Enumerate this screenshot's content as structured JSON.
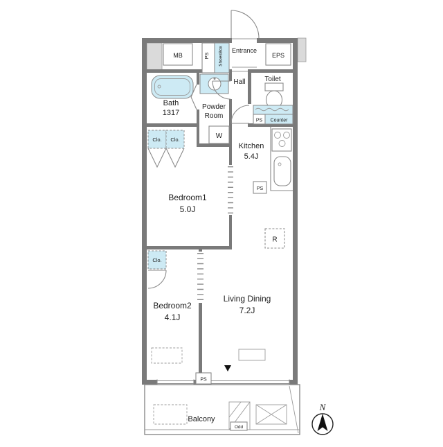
{
  "colors": {
    "wall": "#7a7a7a",
    "fixture_fill": "#cdeaf4",
    "outside_fill": "#dadada",
    "line": "#8a8a8a"
  },
  "top_band": {
    "mb": "MB",
    "ps": "PS",
    "shoesbox": "ShoesBox",
    "entrance": "Entrance",
    "eps": "EPS"
  },
  "rooms": {
    "bath": {
      "name": "Bath",
      "size": "1317"
    },
    "powder": {
      "line1": "Powder",
      "line2": "Room",
      "washer": "W"
    },
    "hall": {
      "name": "Hall"
    },
    "toilet": {
      "name": "Toilet",
      "ps": "PS",
      "counter": "Counter"
    },
    "kitchen": {
      "name": "Kitchen",
      "size": "5.4J",
      "ps": "PS"
    },
    "bedroom1": {
      "name": "Bedroom1",
      "size": "5.0J",
      "closet1": "Clo.",
      "closet2": "Clo."
    },
    "bedroom2": {
      "name": "Bedroom2",
      "size": "4.1J",
      "closet": "Clo."
    },
    "living": {
      "name": "Living Dining",
      "size": "7.2J",
      "fridge": "R",
      "ps": "PS"
    },
    "balcony": {
      "name": "Balcony",
      "hatch_label": "Odd"
    }
  },
  "compass": {
    "north": "N"
  }
}
